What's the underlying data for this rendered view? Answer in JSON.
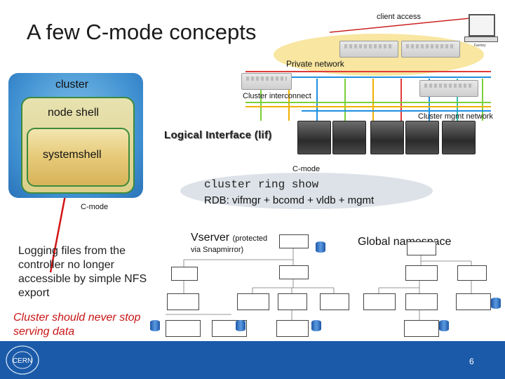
{
  "title": "A few C-mode concepts",
  "network": {
    "client_access": "client access",
    "private_network": "Private network",
    "cluster_interconnect": "Cluster interconnect",
    "cluster_mgmt": "Cluster mgmt network",
    "lif": "Logical Interface (lif)",
    "cmode_label": "C-mode",
    "factory_label": "Factory"
  },
  "cluster_box": {
    "cluster_label": "cluster",
    "node_shell_label": "node shell",
    "systemshell_label": "systemshell",
    "cmode_label": "C-mode"
  },
  "ring": {
    "command": "cluster ring show",
    "rdb": "RDB: vifmgr + bcomd + vldb + mgmt"
  },
  "notes": {
    "logging": "Logging files from the controller no longer accessible by simple NFS export",
    "never_stop": "Cluster should never stop serving data"
  },
  "namespace": {
    "vserver": "Vserver",
    "protected": "(protected",
    "via_snapmirror": "via Snapmirror)",
    "global": "Global namespace"
  },
  "footer": {
    "page_number": "6",
    "logo_text": "CERN"
  },
  "colors": {
    "footer": "#1a5aa8",
    "never_stop": "#c81414",
    "private_net_glow": "#f6e08a",
    "interconnect_lines": [
      "#7bd03a",
      "#f0b000",
      "#e03a3a",
      "#1f8fe0",
      "#30c0b0"
    ]
  }
}
